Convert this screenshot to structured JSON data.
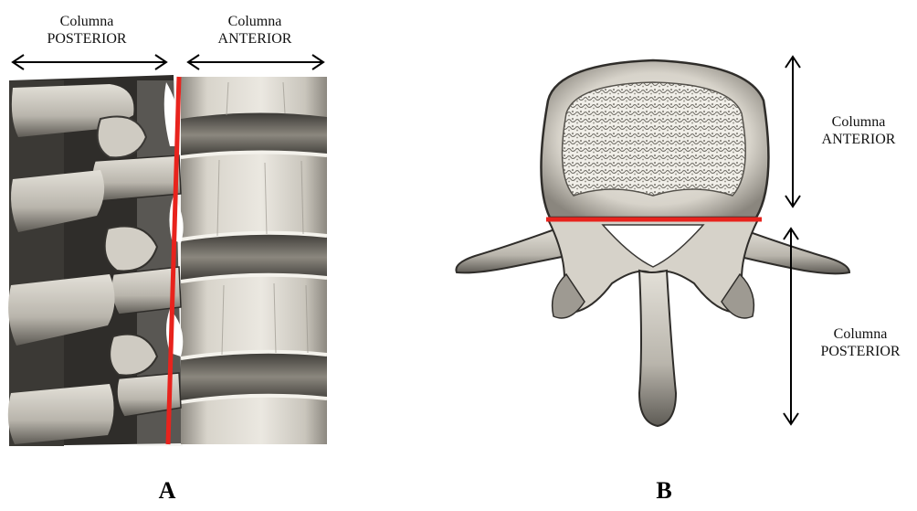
{
  "panel_a": {
    "letter": "A",
    "posterior_label": {
      "line1": "Columna",
      "line2": "POSTERIOR"
    },
    "anterior_label": {
      "line1": "Columna",
      "line2": "ANTERIOR"
    }
  },
  "panel_b": {
    "letter": "B",
    "anterior_label": {
      "line1": "Columna",
      "line2": "ANTERIOR"
    },
    "posterior_label": {
      "line1": "Columna",
      "line2": "POSTERIOR"
    }
  },
  "colors": {
    "divider_line": "#e8231d",
    "arrow": "#000000",
    "bone_light": "#e9e6df",
    "bone_mid": "#bdb9b0",
    "bone_dark": "#4a4843"
  },
  "icons": {
    "panel_a_image": "lumbar-spine-lateral-view",
    "panel_b_image": "lumbar-vertebra-superior-view"
  }
}
